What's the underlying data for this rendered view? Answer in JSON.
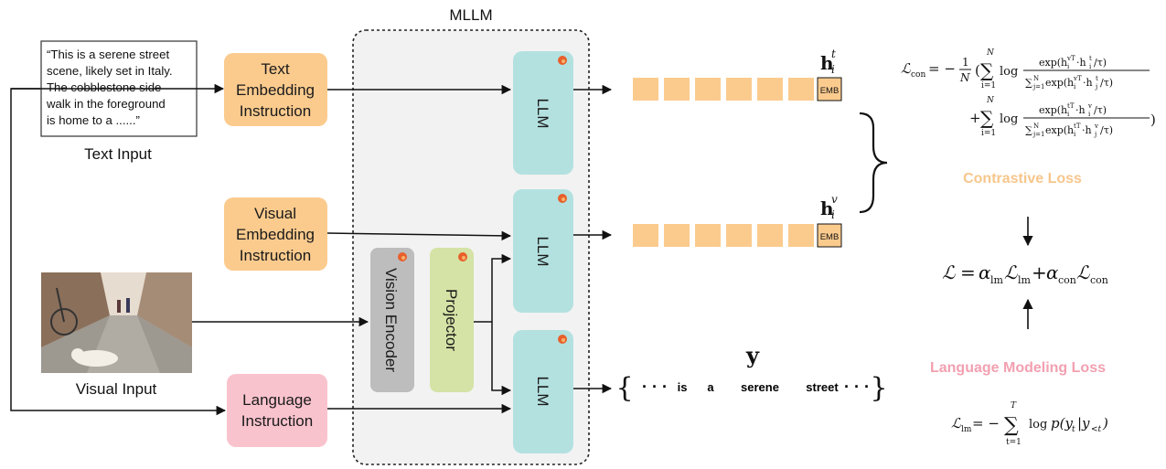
{
  "mllm_title": "MLLM",
  "text_input": {
    "lines": [
      "“This is a serene street",
      "scene, likely set in Italy.",
      "The cobblestone side",
      "walk in the foreground",
      "is home to a ......”"
    ],
    "caption": "Text Input"
  },
  "visual_input": {
    "caption": "Visual Input"
  },
  "instructions": {
    "text": [
      "Text",
      "Embedding",
      "Instruction"
    ],
    "visual": [
      "Visual",
      "Embedding",
      "Instruction"
    ],
    "language": [
      "Language",
      "Instruction"
    ]
  },
  "modules": {
    "vision_encoder": "Vision Encoder",
    "projector": "Projector",
    "llm_label": "LLM",
    "emb_label": "EMB"
  },
  "outputs": {
    "text_embed_symbol": "h",
    "text_embed_sub": "i",
    "text_embed_sup": "t",
    "visual_embed_symbol": "h",
    "visual_embed_sub": "i",
    "visual_embed_sup": "v",
    "lm_symbol": "y",
    "lm_tokens": [
      "is",
      "a",
      "serene",
      "street"
    ]
  },
  "losses": {
    "contrastive": "Contrastive Loss",
    "language_modeling": "Language Modeling Loss",
    "colors": {
      "contrastive": "#f7c68c",
      "language_modeling": "#f2a0b0"
    }
  },
  "colors": {
    "instruction_orange": "#fbcb8e",
    "instruction_pink": "#f9c3cd",
    "llm_teal": "#b3e1e0",
    "encoder_gray": "#bdbdbd",
    "projector_green": "#d5e3a6",
    "mllm_bg": "#f2f2f2",
    "embedding_cell": "#fbcb8e"
  }
}
